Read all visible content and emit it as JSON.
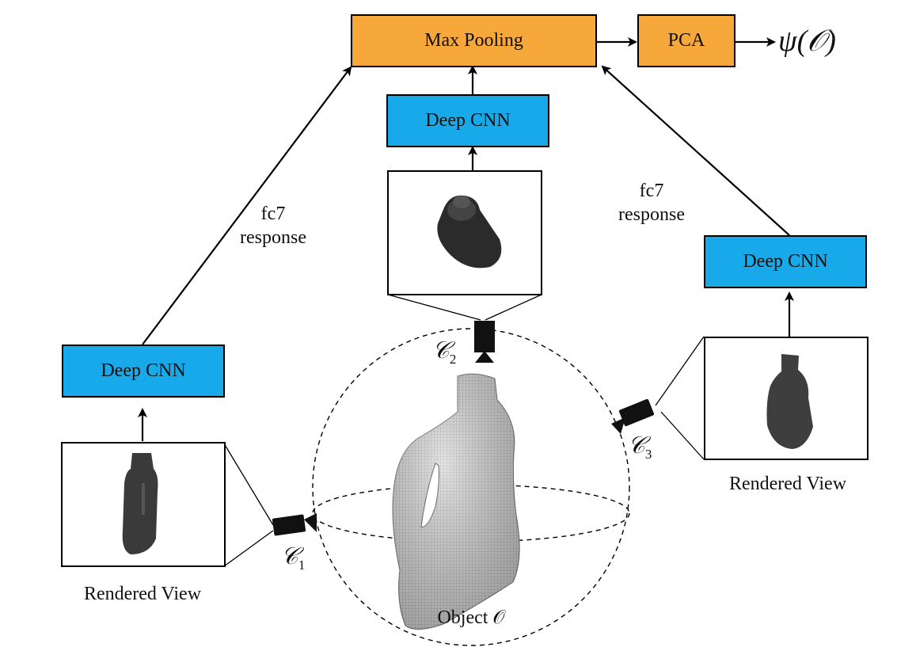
{
  "nodes": {
    "max_pooling": "Max Pooling",
    "pca": "PCA",
    "output": "ψ(𝒪)",
    "cnn": "Deep CNN"
  },
  "edge_labels": {
    "left_response": [
      "fc7",
      "response"
    ],
    "right_response": [
      "fc7",
      "response"
    ]
  },
  "rendered_view_label": "Rendered View",
  "cameras": {
    "c1_symbol": "𝒞",
    "c1_sub": "1",
    "c2_symbol": "𝒞",
    "c2_sub": "2",
    "c3_symbol": "𝒞",
    "c3_sub": "3"
  },
  "object_label": "Object 𝒪",
  "colors": {
    "pool_box": "#f6a83a",
    "cnn_box": "#18a9ea"
  }
}
